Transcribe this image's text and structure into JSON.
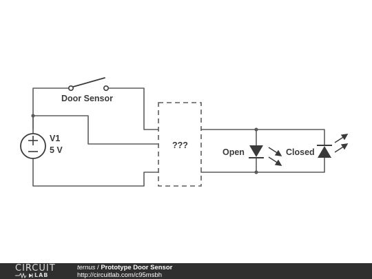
{
  "diagram": {
    "labels": {
      "switch": "Door Sensor",
      "source_name": "V1",
      "source_value": "5 V",
      "unknown_block": "???",
      "led_open": "Open",
      "led_closed": "Closed"
    },
    "colors": {
      "wire": "#5b5b5b",
      "component": "#3a3a3a",
      "background": "#ffffff"
    }
  },
  "footer": {
    "logo_top": "CIRCUIT",
    "logo_bottom": "LAB",
    "author": "ternus",
    "separator": " / ",
    "title": "Prototype Door Sensor",
    "url": "http://circuitlab.com/c95msbh",
    "colors": {
      "bar": "#2f2f2f",
      "text": "#ffffff"
    }
  }
}
